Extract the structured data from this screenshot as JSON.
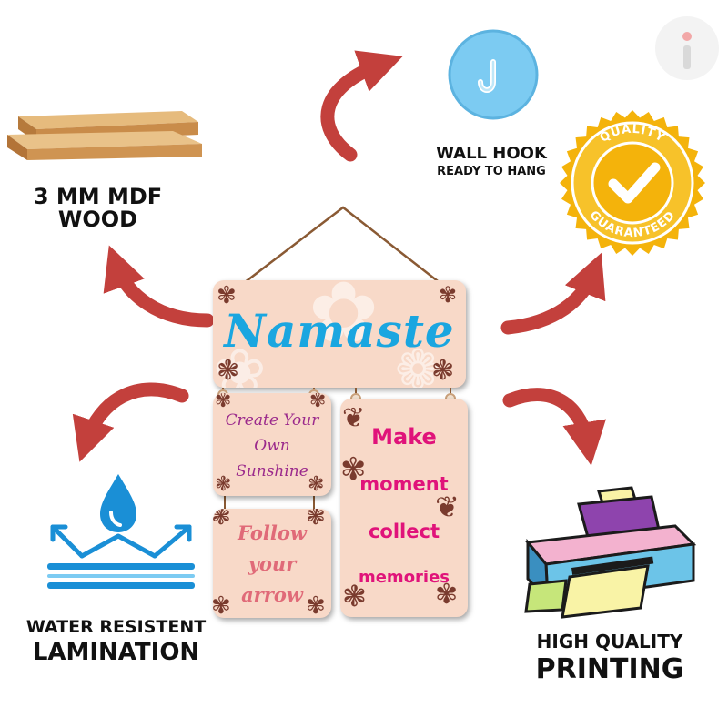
{
  "features": {
    "wood": {
      "line1": "3 MM MDF",
      "line2": "WOOD"
    },
    "hook": {
      "line1": "WALL HOOK",
      "line2": "READY TO HANG"
    },
    "quality_badge": {
      "top": "QUALITY",
      "bottom": "GUARANTEED"
    },
    "lamination": {
      "line1": "WATER RESISTENT",
      "line2": "LAMINATION"
    },
    "printing": {
      "line1": "HIGH QUALITY",
      "line2": "PRINTING"
    }
  },
  "plaques": {
    "main": "Namaste",
    "small_top": [
      "Create Your",
      "Own",
      "Sunshine"
    ],
    "small_bottom": [
      "Follow",
      "your",
      "arrow"
    ],
    "tall": [
      "Make",
      "moment",
      "collect",
      "memories"
    ]
  },
  "colors": {
    "arrow": "#c3403c",
    "plaque_bg": "#f8d9c8",
    "namaste": "#1aa6e0",
    "pink_text": "#e0137a",
    "purple_text": "#9b2a8c",
    "coral_text": "#e06a78",
    "badge_gold": "#f4b30b",
    "hook_blue": "#6ec3ec",
    "water_blue": "#1a8fd6"
  },
  "icons": [
    "wood-planks-icon",
    "wall-hook-icon",
    "quality-badge-icon",
    "water-drop-icon",
    "printer-icon",
    "info-icon"
  ]
}
